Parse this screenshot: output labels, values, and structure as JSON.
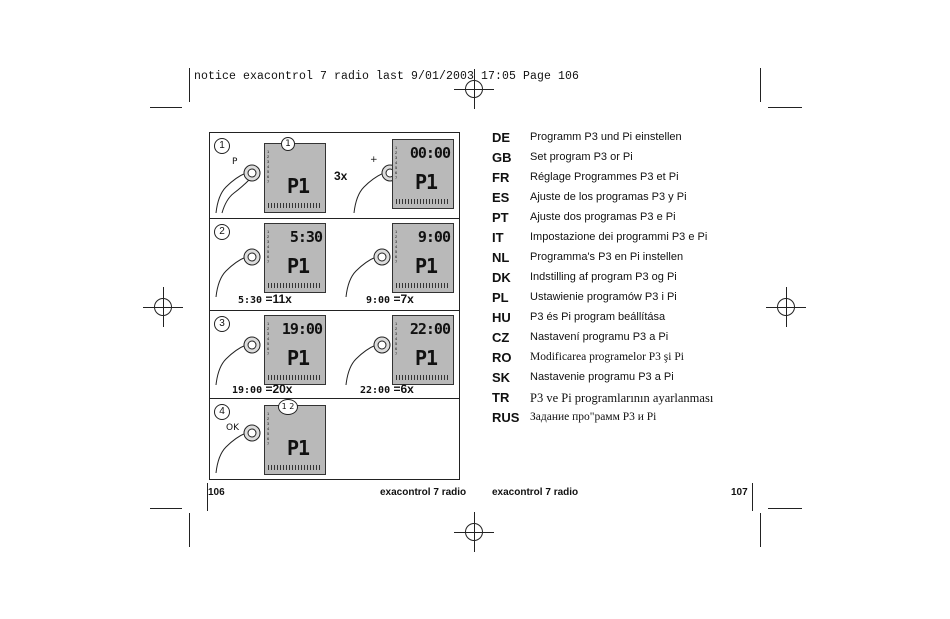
{
  "header": {
    "file_info": "notice exacontrol 7 radio last  9/01/2003  17:05  Page 106"
  },
  "left_page": {
    "page_number": "106",
    "footer_title": "exacontrol 7 radio",
    "steps": [
      {
        "number": "1",
        "button_label": "P",
        "lcd_a": {
          "top": "",
          "mid": "P1",
          "badge": "1"
        },
        "multiplier": "3x",
        "plus_label": "+",
        "lcd_b": {
          "top": "00:00",
          "mid": "P1"
        }
      },
      {
        "number": "2",
        "lcd_a": {
          "top": "5:30",
          "mid": "P1"
        },
        "lcd_b": {
          "top": "9:00",
          "mid": "P1"
        },
        "note_a": {
          "time": "5:30",
          "count": "=11x"
        },
        "note_b": {
          "time": "9:00",
          "count": "=7x"
        }
      },
      {
        "number": "3",
        "lcd_a": {
          "top": "19:00",
          "mid": "P1"
        },
        "lcd_b": {
          "top": "22:00",
          "mid": "P1"
        },
        "note_a": {
          "time": "19:00",
          "count": "=20x"
        },
        "note_b": {
          "time": "22:00",
          "count": "=6x"
        }
      },
      {
        "number": "4",
        "button_label": "OK",
        "lcd_a": {
          "top": "",
          "mid": "P1",
          "badge": "1 2"
        }
      }
    ]
  },
  "right_page": {
    "page_number": "107",
    "footer_title": "exacontrol 7 radio",
    "languages": [
      {
        "code": "DE",
        "text": "Programm P3 und Pi einstellen"
      },
      {
        "code": "GB",
        "text": "Set program P3 or Pi"
      },
      {
        "code": "FR",
        "text": "Réglage Programmes P3 et Pi"
      },
      {
        "code": "ES",
        "text": "Ajuste de los programas P3 y Pi"
      },
      {
        "code": "PT",
        "text": "Ajuste dos programas P3 e Pi"
      },
      {
        "code": "IT",
        "text": "Impostazione dei programmi P3 e Pi"
      },
      {
        "code": "NL",
        "text": "Programma's P3 en Pi instellen"
      },
      {
        "code": "DK",
        "text": "Indstilling af program P3 og Pi"
      },
      {
        "code": "PL",
        "text": "Ustawienie programów P3 i Pi"
      },
      {
        "code": "HU",
        "text": "P3 és Pi program beállítása"
      },
      {
        "code": "CZ",
        "text": "Nastavení programu P3 a Pi"
      },
      {
        "code": "RO",
        "text": "Modificarea programelor P3 şi Pi"
      },
      {
        "code": "SK",
        "text": "Nastavenie programu P3 a Pi"
      },
      {
        "code": "TR",
        "text": "P3 ve Pi programlarının ayarlanması"
      },
      {
        "code": "RUS",
        "text": "Задание про\"рамм P3 и Pi"
      }
    ]
  }
}
